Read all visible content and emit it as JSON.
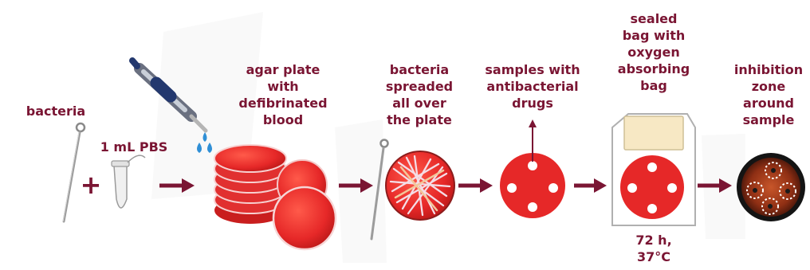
{
  "labels": {
    "bacteria": "bacteria",
    "pbs": "1 mL PBS",
    "agar_plate": "agar plate\nwith\ndefibrinated\nblood",
    "spread": "bacteria\nspreaded\nall over\nthe plate",
    "samples": "samples with\nantibacterial\ndrugs",
    "sealed_bag": "sealed\nbag with\noxygen\nabsorbing\nbag",
    "incubation": "72 h,\n37°C",
    "inhibition": "inhibition\nzone\naround\nsample"
  },
  "plus_sign": "+",
  "colors": {
    "label_text": "#7a1533",
    "arrow": "#7a1533",
    "agar_red": "#e62828",
    "bag_outline": "#b0b0b0",
    "absorber_pad": "#f7e8c4"
  },
  "icons": [
    "inoculation-loop-icon",
    "micropipette-icon",
    "tube-icon",
    "petri-dish-stack-icon",
    "streaked-plate-icon",
    "sample-plate-icon",
    "sealed-bag-icon",
    "inhibition-zone-plate-icon"
  ]
}
